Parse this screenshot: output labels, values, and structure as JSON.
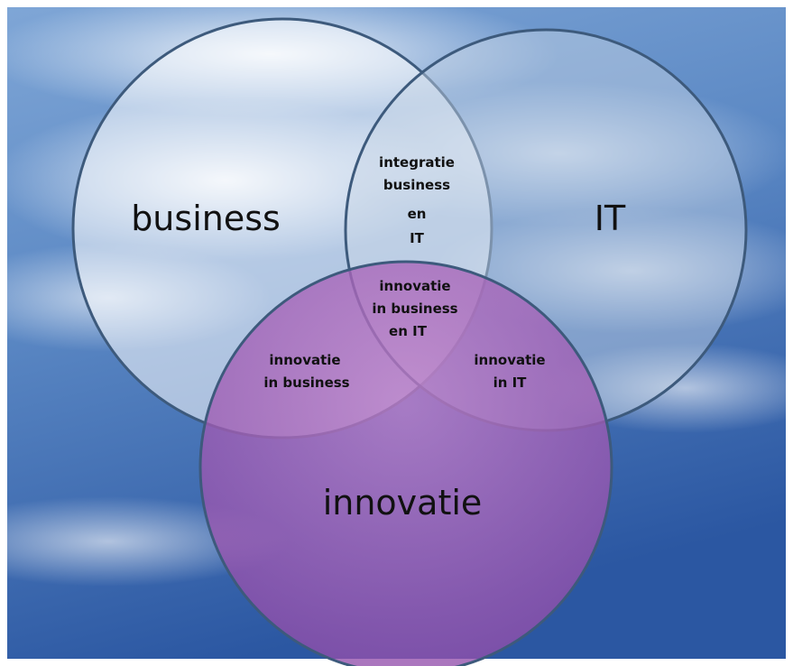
{
  "colors": {
    "circle_stroke": "#3d5a7c",
    "business_fill": "#ffffff",
    "it_fill": "#c9d6e6",
    "innovatie_fill": "#b060b8",
    "sky_top": "#5f8fc8",
    "sky_bottom": "#2f5ea8"
  },
  "circles": {
    "business": {
      "label": "business"
    },
    "it": {
      "label": "IT"
    },
    "innovatie": {
      "label": "innovatie"
    }
  },
  "overlaps": {
    "business_it": [
      "integratie",
      "business",
      "en",
      "IT"
    ],
    "business_innovatie": [
      "innovatie",
      "in business"
    ],
    "it_innovatie": [
      "innovatie",
      "in IT"
    ],
    "center": [
      "innovatie",
      "in business",
      "en IT"
    ]
  }
}
